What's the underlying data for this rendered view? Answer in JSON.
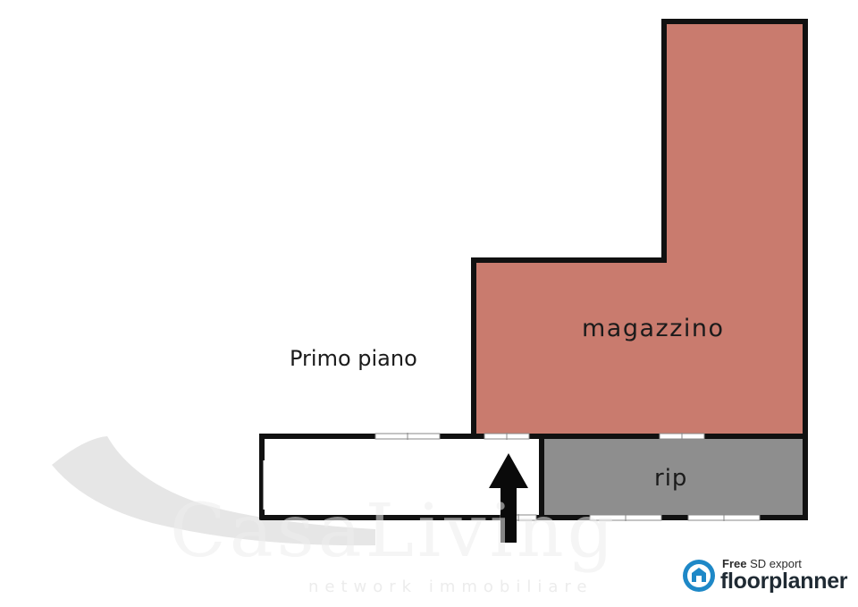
{
  "plan": {
    "floor_label": "Primo piano",
    "rooms": [
      {
        "name": "magazzino",
        "color": "#c97b6e"
      },
      {
        "name": "rip",
        "color": "#8e8e8e"
      }
    ],
    "wall_color": "#111111"
  },
  "watermark": {
    "text": "CasaLiving",
    "subtext": "network immobiliare"
  },
  "badge": {
    "free": "Free",
    "export": "SD export",
    "brand": "floorplanner",
    "accent": "#1e88c7"
  }
}
